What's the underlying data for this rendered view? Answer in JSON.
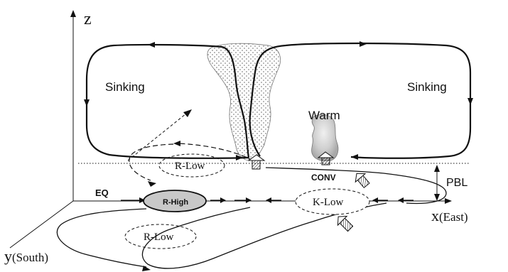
{
  "axes": {
    "z_label": "z",
    "x_label_main": "x",
    "x_label_sub": "(East)",
    "y_label_main": "y",
    "y_label_sub": "(South)"
  },
  "labels": {
    "sinking_left": "Sinking",
    "sinking_right": "Sinking",
    "warm": "Warm",
    "conv": "CONV",
    "pbl": "PBL",
    "eq": "EQ",
    "r_high": "R-High",
    "r_low_upper": "R-Low",
    "r_low_lower": "R-Low",
    "k_low": "K-Low"
  },
  "colors": {
    "line": "#111111",
    "r_high_fill": "#c8c8c8",
    "warm_fill": "#d2d2d2",
    "plume_dots": "#9a9a9a"
  }
}
